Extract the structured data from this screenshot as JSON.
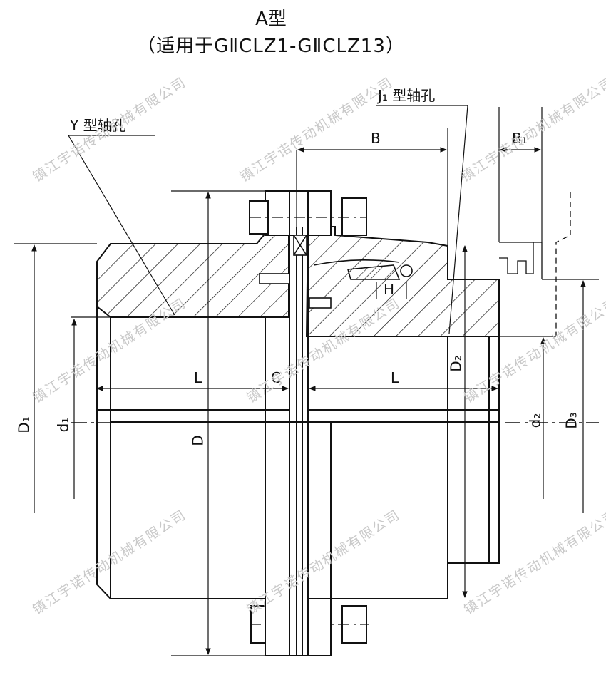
{
  "title": "A型",
  "subtitle": "（适用于GⅡCLZ1-GⅡCLZ13）",
  "labels": {
    "y_bore": "Y 型轴孔",
    "j1_bore": "J₁ 型轴孔",
    "B": "B",
    "B1": "B₁",
    "H": "H",
    "L_left": "L",
    "C": "C",
    "L_right": "L",
    "D1": "D₁",
    "d1": "d₁",
    "D": "D",
    "D2": "D₂",
    "d2": "d₂",
    "D3": "D₃"
  },
  "watermark": "镇江宇诺传动机械有限公司",
  "colors": {
    "line": "#111111",
    "watermark": "#c9c9c9",
    "background": "#ffffff"
  }
}
